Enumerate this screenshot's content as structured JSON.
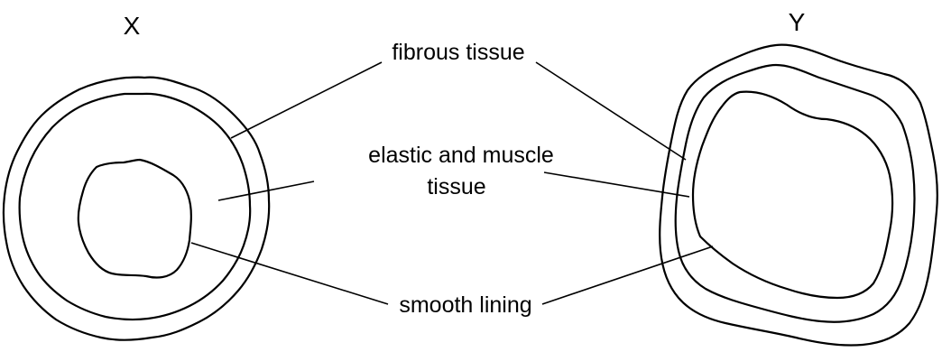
{
  "vessels": {
    "x": {
      "label": "X"
    },
    "y": {
      "label": "Y"
    }
  },
  "labels": {
    "fibrous": "fibrous tissue",
    "elastic_line1": "elastic and muscle",
    "elastic_line2": "tissue",
    "lining": "smooth lining"
  },
  "colors": {
    "stroke": "#000000",
    "background": "#ffffff"
  }
}
